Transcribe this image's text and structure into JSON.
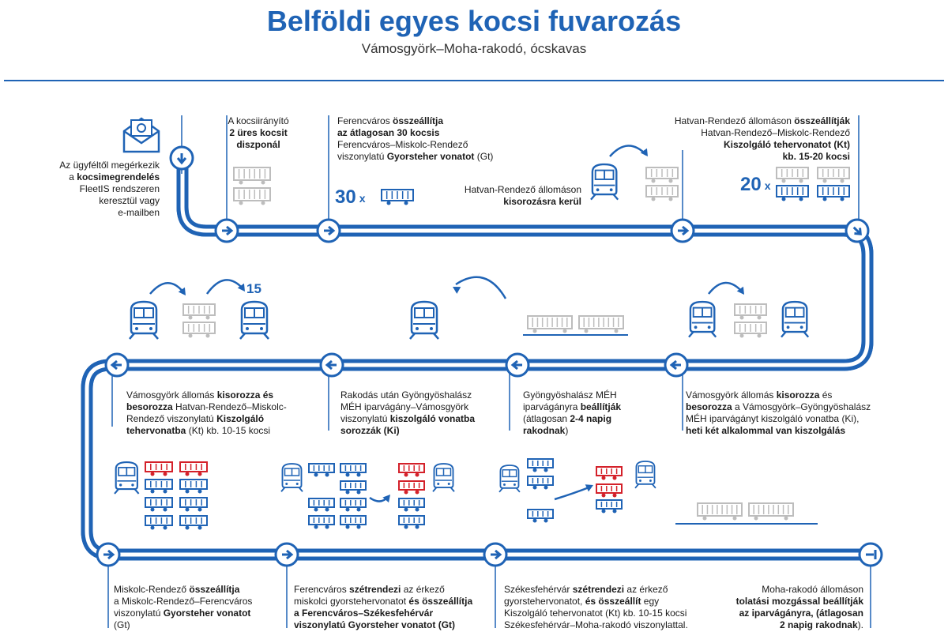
{
  "header": {
    "title": "Belföldi egyes kocsi fuvarozás",
    "subtitle": "Vámosgyörk–Moha-rakodó, ócskavas"
  },
  "colors": {
    "accent": "#1f63b5",
    "track": "#1f63b5",
    "wagon_grey": "#bdbdbd",
    "wagon_red": "#d4212a"
  },
  "steps": [
    {
      "id": "order",
      "icon": "email-icon",
      "lines": [
        [
          {
            "t": "Az ügyféltől megérkezik"
          }
        ],
        [
          {
            "t": "a "
          },
          {
            "t": "kocsimegrendelés",
            "b": true
          }
        ],
        [
          {
            "t": "FleetIS rendszeren"
          }
        ],
        [
          {
            "t": "keresztül vagy"
          }
        ],
        [
          {
            "t": "e-mailben"
          }
        ]
      ]
    },
    {
      "id": "dispatch",
      "lines": [
        [
          {
            "t": "A kocsiirányító"
          }
        ],
        [
          {
            "t": "2 üres kocsit",
            "b": true
          }
        ],
        [
          {
            "t": "diszponál",
            "b": true
          }
        ]
      ]
    },
    {
      "id": "ferencvaros-gt",
      "lines": [
        [
          {
            "t": "Ferencváros "
          },
          {
            "t": "összeállítja",
            "b": true
          }
        ],
        [
          {
            "t": "az átlagosan 30 kocsis",
            "b": true
          }
        ],
        [
          {
            "t": "Ferencváros–Miskolc-Rendező"
          }
        ],
        [
          {
            "t": "viszonylatú "
          },
          {
            "t": "Gyorsteher vonatot",
            "b": true
          },
          {
            "t": " (Gt)"
          }
        ]
      ]
    },
    {
      "id": "hatvan-sort",
      "lines": [
        [
          {
            "t": "Hatvan-Rendező állomáson"
          }
        ],
        [
          {
            "t": "kisorozásra kerül",
            "b": true
          }
        ]
      ]
    },
    {
      "id": "hatvan-kt",
      "lines": [
        [
          {
            "t": "Hatvan-Rendező állomáson "
          },
          {
            "t": "összeállítják",
            "b": true
          }
        ],
        [
          {
            "t": "Hatvan-Rendező–Miskolc-Rendező"
          }
        ],
        [
          {
            "t": "Kiszolgáló tehervonatot (Kt)",
            "b": true
          }
        ],
        [
          {
            "t": "kb. 15-20 kocsi",
            "b": true
          }
        ]
      ]
    },
    {
      "id": "vamosgyork-1",
      "lines": [
        [
          {
            "t": "Vámosgyörk állomás "
          },
          {
            "t": "kisorozza",
            "b": true
          },
          {
            "t": " és"
          }
        ],
        [
          {
            "t": "besorozza",
            "b": true
          },
          {
            "t": " a Vámosgyörk–Gyöngyöshalász"
          }
        ],
        [
          {
            "t": "MÉH iparvágányt kiszolgáló vonatba (Ki),"
          }
        ],
        [
          {
            "t": "heti két alkalommal van kiszolgálás",
            "b": true
          }
        ]
      ]
    },
    {
      "id": "gyongyoshalasz",
      "lines": [
        [
          {
            "t": "Gyöngyöshalász MÉH"
          }
        ],
        [
          {
            "t": "iparvágányra "
          },
          {
            "t": "beállítják",
            "b": true
          }
        ],
        [
          {
            "t": "(átlagosan "
          },
          {
            "t": "2-4 napig",
            "b": true
          }
        ],
        [
          {
            "t": "rakodnak",
            "b": true
          },
          {
            "t": ")"
          }
        ]
      ]
    },
    {
      "id": "after-loading",
      "lines": [
        [
          {
            "t": "Rakodás után Gyöngyöshalász"
          }
        ],
        [
          {
            "t": "MÉH iparvágány–Vámosgyörk"
          }
        ],
        [
          {
            "t": "viszonylatú "
          },
          {
            "t": "kiszolgáló vonatba",
            "b": true
          }
        ],
        [
          {
            "t": "sorozzák (Ki)",
            "b": true
          }
        ]
      ]
    },
    {
      "id": "vamosgyork-2",
      "lines": [
        [
          {
            "t": "Vámosgyörk állomás "
          },
          {
            "t": "kisorozza és",
            "b": true
          }
        ],
        [
          {
            "t": "besorozza",
            "b": true
          },
          {
            "t": " Hatvan-Rendező–Miskolc-"
          }
        ],
        [
          {
            "t": "Rendező viszonylatú "
          },
          {
            "t": "Kiszolgáló",
            "b": true
          }
        ],
        [
          {
            "t": "tehervonatba",
            "b": true
          },
          {
            "t": " (Kt) kb. 10-15 kocsi"
          }
        ]
      ]
    },
    {
      "id": "miskolc",
      "lines": [
        [
          {
            "t": "Miskolc-Rendező "
          },
          {
            "t": "összeállítja",
            "b": true
          }
        ],
        [
          {
            "t": "a Miskolc-Rendező–Ferencváros"
          }
        ],
        [
          {
            "t": "viszonylatú "
          },
          {
            "t": "Gyorsteher vonatot",
            "b": true
          }
        ],
        [
          {
            "t": "(Gt)"
          }
        ]
      ]
    },
    {
      "id": "ferencvaros-2",
      "lines": [
        [
          {
            "t": "Ferencváros "
          },
          {
            "t": "szétrendezi",
            "b": true
          },
          {
            "t": " az érkező"
          }
        ],
        [
          {
            "t": "miskolci gyorstehervonatot "
          },
          {
            "t": "és összeállítja",
            "b": true
          }
        ],
        [
          {
            "t": "a Ferencváros–Székesfehérvár",
            "b": true
          }
        ],
        [
          {
            "t": "viszonylatú Gyorsteher vonatot (Gt)",
            "b": true
          }
        ]
      ]
    },
    {
      "id": "szekesfehervar",
      "lines": [
        [
          {
            "t": "Székesfehérvár "
          },
          {
            "t": "szétrendezi",
            "b": true
          },
          {
            "t": " az érkező"
          }
        ],
        [
          {
            "t": "gyorstehervonatot, "
          },
          {
            "t": "és összeállít",
            "b": true
          },
          {
            "t": " egy"
          }
        ],
        [
          {
            "t": "Kiszolgáló tehervonatot (Kt) kb. 10-15 kocsi"
          }
        ],
        [
          {
            "t": "Székesfehérvár–Moha-rakodó viszonylattal."
          }
        ]
      ]
    },
    {
      "id": "moha",
      "lines": [
        [
          {
            "t": "Moha-rakodó állomáson"
          }
        ],
        [
          {
            "t": "tolatási mozgással beállítják",
            "b": true
          }
        ],
        [
          {
            "t": "az iparvágányra, (átlagosan",
            "b": true
          }
        ],
        [
          {
            "t": "2 napig rakodnak",
            "b": true
          },
          {
            "t": ")."
          }
        ]
      ]
    }
  ],
  "callouts": {
    "wagons_30": "30",
    "wagons_20": "20",
    "multiplier_symbol": "x",
    "wagons_15": "15"
  },
  "icons": [
    "email-icon",
    "locomotive-icon",
    "wagon-icon",
    "direction-arrow-icon",
    "curved-arrow-icon"
  ]
}
